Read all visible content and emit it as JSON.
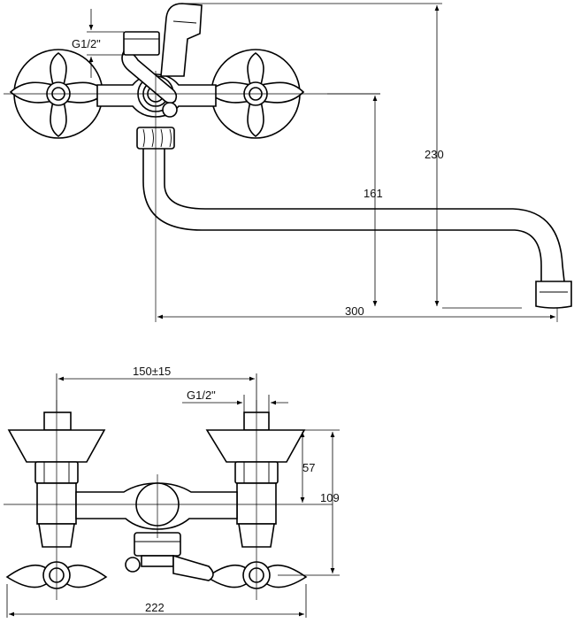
{
  "top_view": {
    "labels": {
      "thread": "G1/2\"",
      "depth": "161",
      "height": "230",
      "length": "300"
    }
  },
  "front_view": {
    "labels": {
      "spacing": "150±15",
      "thread": "G1/2\"",
      "dim_57": "57",
      "dim_109": "109",
      "width": "222"
    }
  }
}
